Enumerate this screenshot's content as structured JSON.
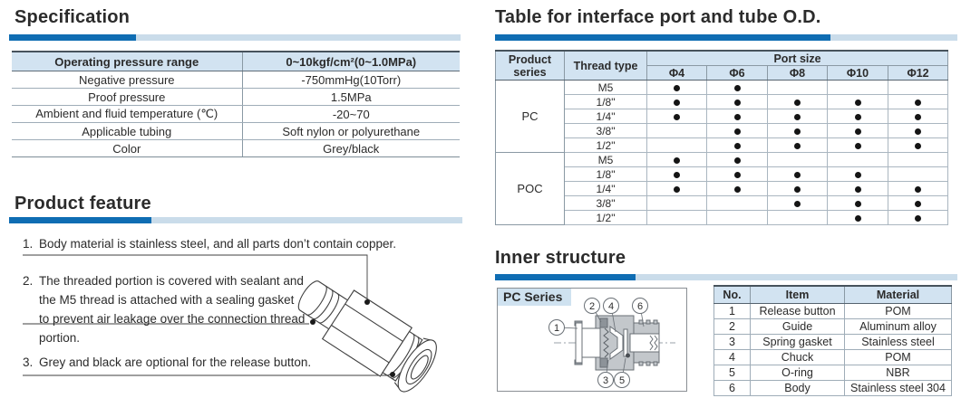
{
  "colors": {
    "accent_dark_blue": "#0f6db3",
    "accent_light_blue": "#cadcea",
    "table_header_bg": "#d2e3f1",
    "dot_color": "#151515"
  },
  "specification": {
    "title": "Specification",
    "table": {
      "header": [
        "Operating pressure range",
        "0~10kgf/cm²(0~1.0MPa)"
      ],
      "rows": [
        [
          "Negative pressure",
          "-750mmHg(10Torr)"
        ],
        [
          "Proof pressure",
          "1.5MPa"
        ],
        [
          "Ambient and fluid temperature (℃)",
          "-20~70"
        ],
        [
          "Applicable tubing",
          "Soft nylon or polyurethane"
        ],
        [
          "Color",
          "Grey/black"
        ]
      ]
    }
  },
  "port_table": {
    "title": "Table for interface port and tube O.D.",
    "headers": {
      "product_series": "Product series",
      "thread_type": "Thread type",
      "port_size": "Port size"
    },
    "port_cols": [
      "Φ4",
      "Φ6",
      "Φ8",
      "Φ10",
      "Φ12"
    ],
    "groups": [
      {
        "series": "PC",
        "rows": [
          {
            "thread": "M5",
            "dots": [
              1,
              1,
              0,
              0,
              0
            ]
          },
          {
            "thread": "1/8\"",
            "dots": [
              1,
              1,
              1,
              1,
              1
            ]
          },
          {
            "thread": "1/4\"",
            "dots": [
              1,
              1,
              1,
              1,
              1
            ]
          },
          {
            "thread": "3/8\"",
            "dots": [
              0,
              1,
              1,
              1,
              1
            ]
          },
          {
            "thread": "1/2\"",
            "dots": [
              0,
              1,
              1,
              1,
              1
            ]
          }
        ]
      },
      {
        "series": "POC",
        "rows": [
          {
            "thread": "M5",
            "dots": [
              1,
              1,
              0,
              0,
              0
            ]
          },
          {
            "thread": "1/8\"",
            "dots": [
              1,
              1,
              1,
              1,
              0
            ]
          },
          {
            "thread": "1/4\"",
            "dots": [
              1,
              1,
              1,
              1,
              1
            ]
          },
          {
            "thread": "3/8\"",
            "dots": [
              0,
              0,
              1,
              1,
              1
            ]
          },
          {
            "thread": "1/2\"",
            "dots": [
              0,
              0,
              0,
              1,
              1
            ]
          }
        ]
      }
    ]
  },
  "product_feature": {
    "title": "Product feature",
    "items": [
      {
        "num": "1.",
        "text": "Body material is stainless steel, and all parts don’t contain copper."
      },
      {
        "num": "2.",
        "text": "The threaded portion is covered with sealant and the M5 thread is attached with a sealing gasket to prevent air leakage over the connection thread portion."
      },
      {
        "num": "3.",
        "text": "Grey and black are optional for the release button."
      }
    ]
  },
  "inner_structure": {
    "title": "Inner structure",
    "series_label": "PC Series",
    "callouts": [
      "1",
      "2",
      "3",
      "4",
      "5",
      "6"
    ],
    "table": {
      "headers": [
        "No.",
        "Item",
        "Material"
      ],
      "rows": [
        [
          "1",
          "Release button",
          "POM"
        ],
        [
          "2",
          "Guide",
          "Aluminum alloy"
        ],
        [
          "3",
          "Spring gasket",
          "Stainless steel"
        ],
        [
          "4",
          "Chuck",
          "POM"
        ],
        [
          "5",
          "O-ring",
          "NBR"
        ],
        [
          "6",
          "Body",
          "Stainless steel 304"
        ]
      ]
    }
  }
}
